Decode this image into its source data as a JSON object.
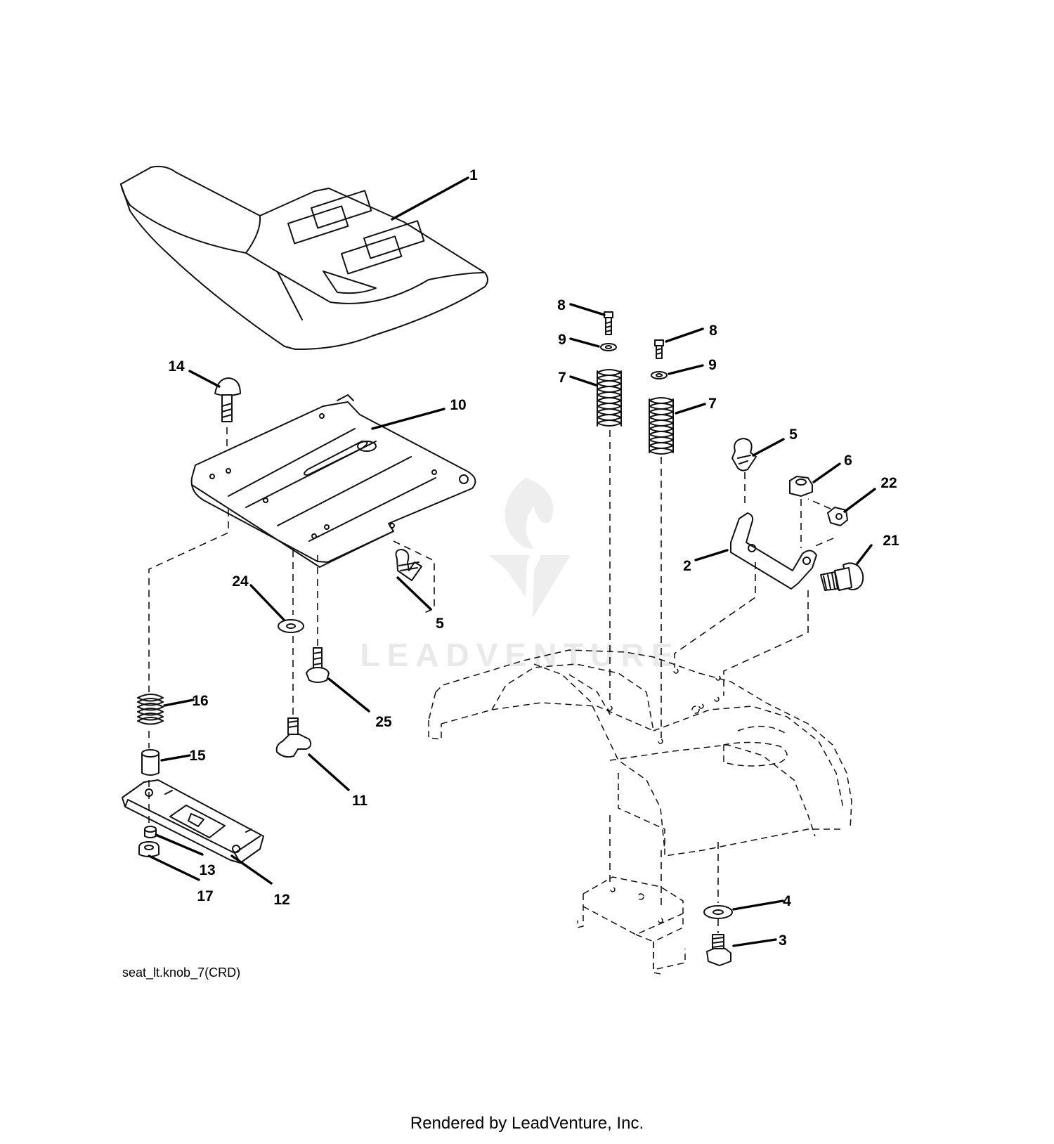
{
  "watermark": {
    "text": "LEADVENTURE"
  },
  "caption": {
    "text": "seat_lt.knob_7(CRD)"
  },
  "footer": {
    "text": "Rendered by LeadVenture, Inc."
  },
  "callouts": {
    "c1": "1",
    "c2": "2",
    "c3": "3",
    "c4": "4",
    "c5a": "5",
    "c5b": "5",
    "c6": "6",
    "c7a": "7",
    "c7b": "7",
    "c8a": "8",
    "c8b": "8",
    "c9a": "9",
    "c9b": "9",
    "c10": "10",
    "c11": "11",
    "c12": "12",
    "c13": "13",
    "c14": "14",
    "c15": "15",
    "c16": "16",
    "c17": "17",
    "c21": "21",
    "c22": "22",
    "c24": "24",
    "c25": "25"
  }
}
